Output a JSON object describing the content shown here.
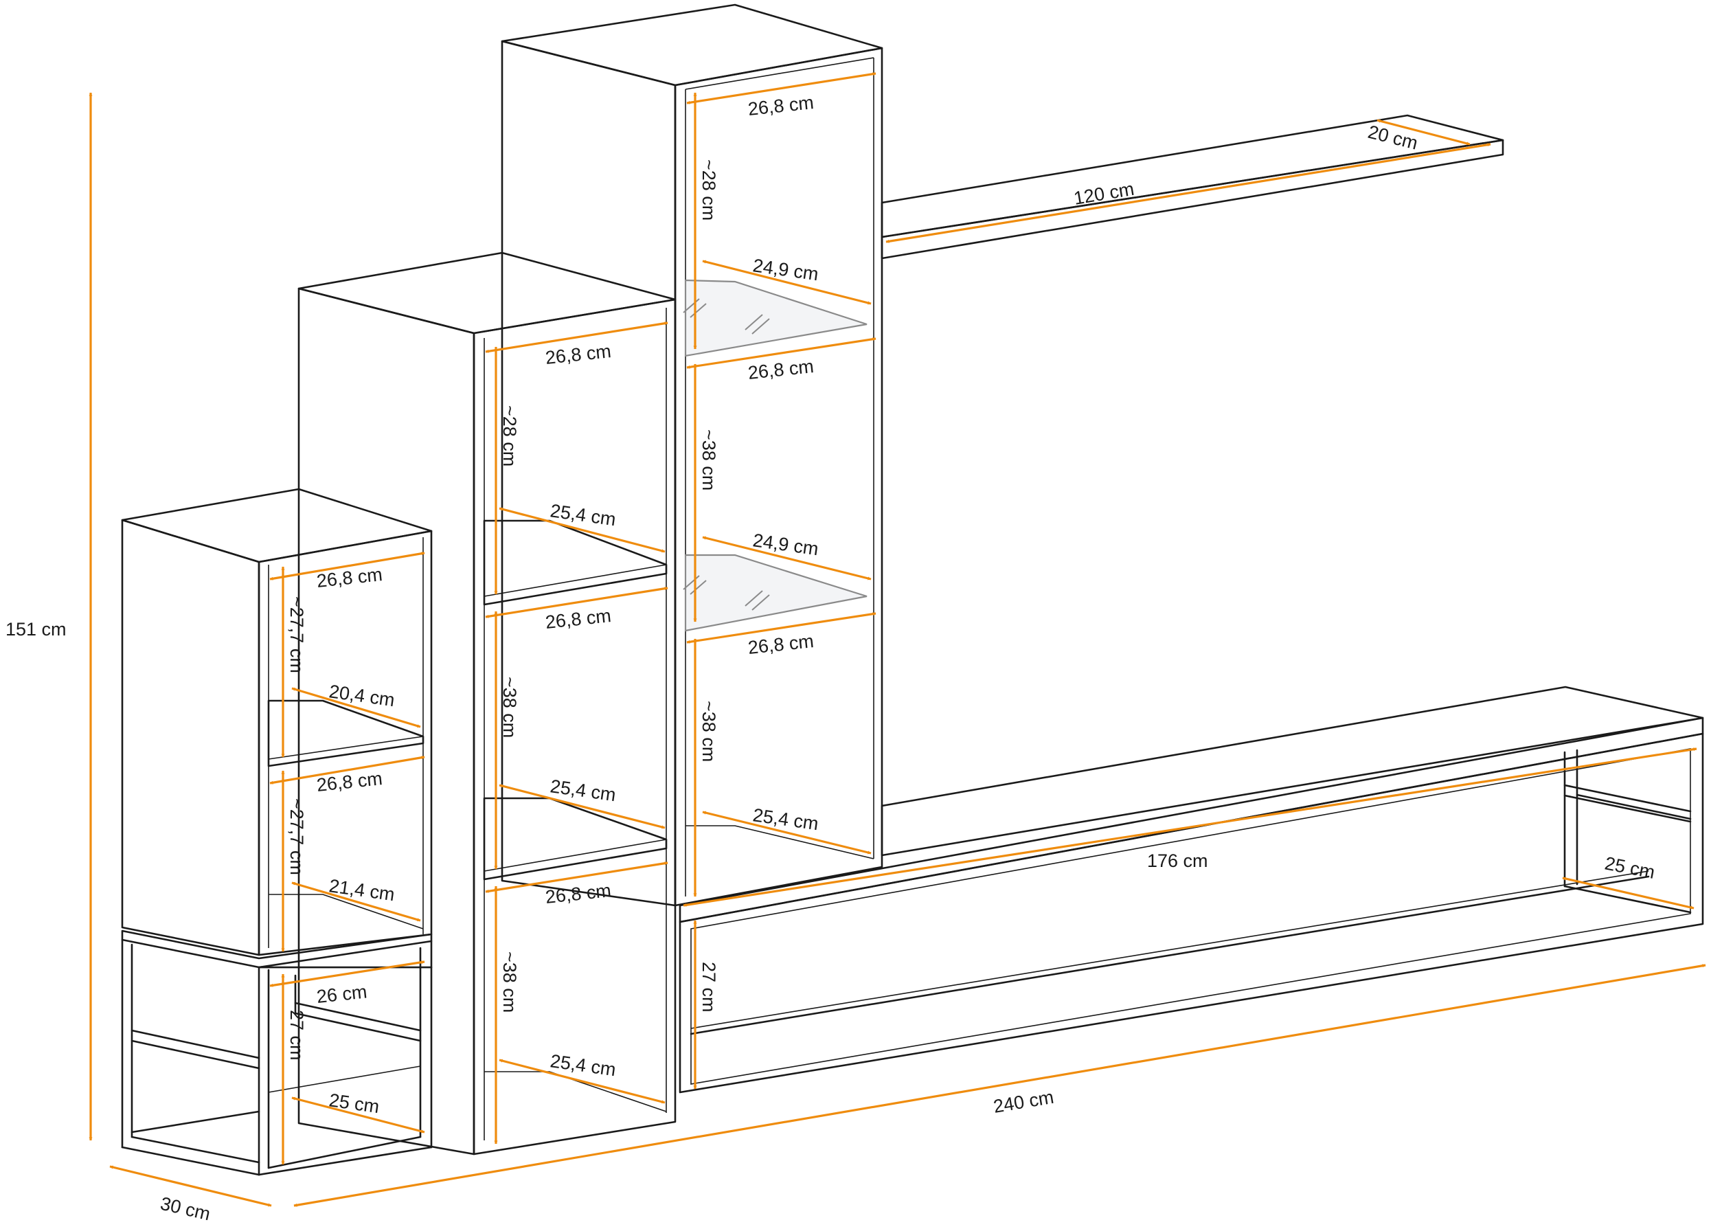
{
  "accent_color": "#ef8c0e",
  "line_color": "#1a1a1a",
  "dimensions": {
    "overall_height": "151 cm",
    "overall_depth": "30 cm",
    "overall_width": "240 cm",
    "wall_shelf_length": "120 cm",
    "wall_shelf_depth": "20 cm",
    "tv_bench_length": "176 cm",
    "tv_bench_height": "27 cm",
    "tv_bench_depth": "25 cm",
    "small_cabinet": {
      "top_width": "26,8 cm",
      "upper_height": "~27,7 cm",
      "shelf_depth": "20,4 cm",
      "middle_width": "26,8 cm",
      "lower_height": "~27,7 cm",
      "bottom_depth": "21,4 cm"
    },
    "frame_base": {
      "width": "26 cm",
      "height": "27 cm",
      "depth": "25 cm"
    },
    "middle_cabinet": {
      "top_width": "26,8 cm",
      "upper_height": "~28 cm",
      "shelf1_depth": "25,4 cm",
      "middle_width": "26,8 cm",
      "middle_height": "~38 cm",
      "shelf2_depth": "25,4 cm",
      "lower_width": "26,8 cm",
      "lower_height": "~38 cm",
      "bottom_depth": "25,4 cm"
    },
    "tall_cabinet": {
      "top_width": "26,8 cm",
      "upper_height": "~28 cm",
      "glass1_depth": "24,9 cm",
      "below_glass1_width": "26,8 cm",
      "middle_height": "~38 cm",
      "glass2_depth": "24,9 cm",
      "below_glass2_width": "26,8 cm",
      "lower_height": "~38 cm",
      "bottom_depth": "25,4 cm"
    }
  }
}
